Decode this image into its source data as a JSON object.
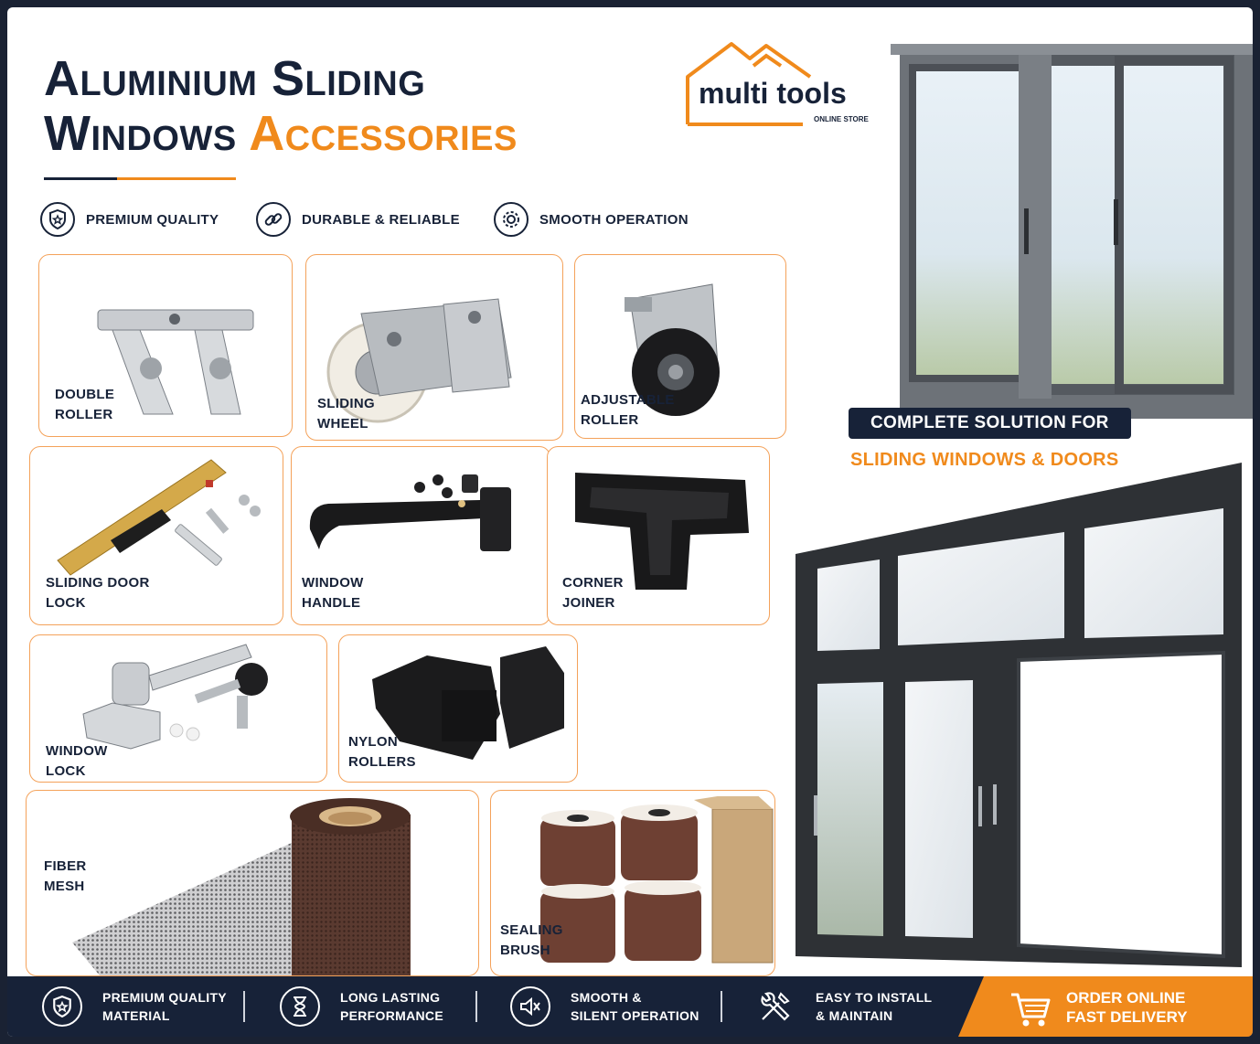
{
  "title": {
    "line1": "Aluminium Sliding",
    "line2_part1": "Windows",
    "line2_part2": "Accessories"
  },
  "logo": {
    "name": "multi tools",
    "subtitle": "ONLINE STORE"
  },
  "features": [
    {
      "icon": "shield-star-icon",
      "label": "PREMIUM QUALITY"
    },
    {
      "icon": "chain-link-icon",
      "label": "DURABLE & RELIABLE"
    },
    {
      "icon": "gear-icon",
      "label": "SMOOTH OPERATION"
    }
  ],
  "products": [
    {
      "label": "DOUBLE\nROLLER"
    },
    {
      "label": "SLIDING\nWHEEL"
    },
    {
      "label": "ADJUSTABLE\nROLLER"
    },
    {
      "label": "SLIDING DOOR\nLOCK"
    },
    {
      "label": "WINDOW\nHANDLE"
    },
    {
      "label": "CORNER\nJOINER"
    },
    {
      "label": "WINDOW\nLOCK"
    },
    {
      "label": "NYLON\nROLLERS"
    },
    {
      "label": "FIBER\nMESH"
    },
    {
      "label": "SEALING\nBRUSH"
    }
  ],
  "cta": {
    "line1": "COMPLETE SOLUTION FOR",
    "line2": "SLIDING WINDOWS & DOORS"
  },
  "footer": [
    {
      "icon": "shield-star-icon",
      "label": "PREMIUM QUALITY\nMATERIAL"
    },
    {
      "icon": "hourglass-icon",
      "label": "LONG LASTING\nPERFORMANCE"
    },
    {
      "icon": "mute-speaker-icon",
      "label": "SMOOTH &\nSILENT OPERATION"
    },
    {
      "icon": "tools-icon",
      "label": "EASY TO INSTALL\n& MAINTAIN"
    }
  ],
  "order": {
    "icon": "cart-icon",
    "label": "ORDER ONLINE\nFAST DELIVERY"
  },
  "colors": {
    "navy": "#172238",
    "orange": "#f08a1c"
  }
}
